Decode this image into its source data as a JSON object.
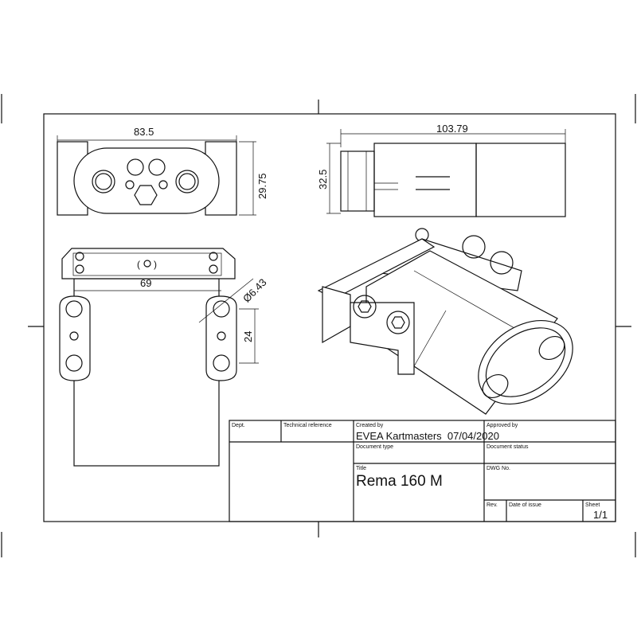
{
  "drawing": {
    "dimensions": {
      "front_width": "83.5",
      "front_height": "29.75",
      "side_length": "103.79",
      "side_height": "32.5",
      "hole_spacing": "69",
      "hole_diameter": "Ø6.43",
      "hole_pitch": "24"
    }
  },
  "title_block": {
    "dept_label": "Dept.",
    "tech_ref_label": "Technical reference",
    "created_by_label": "Created by",
    "created_by_value": "EVEA Kartmasters  07/04/2020",
    "approved_by_label": "Approved by",
    "doc_type_label": "Document type",
    "doc_status_label": "Document status",
    "title_label": "Title",
    "title_value": "Rema 160 M",
    "dwg_no_label": "DWG No.",
    "rev_label": "Rev.",
    "date_of_issue_label": "Date of issue",
    "sheet_label": "Sheet",
    "sheet_value": "1/1"
  }
}
